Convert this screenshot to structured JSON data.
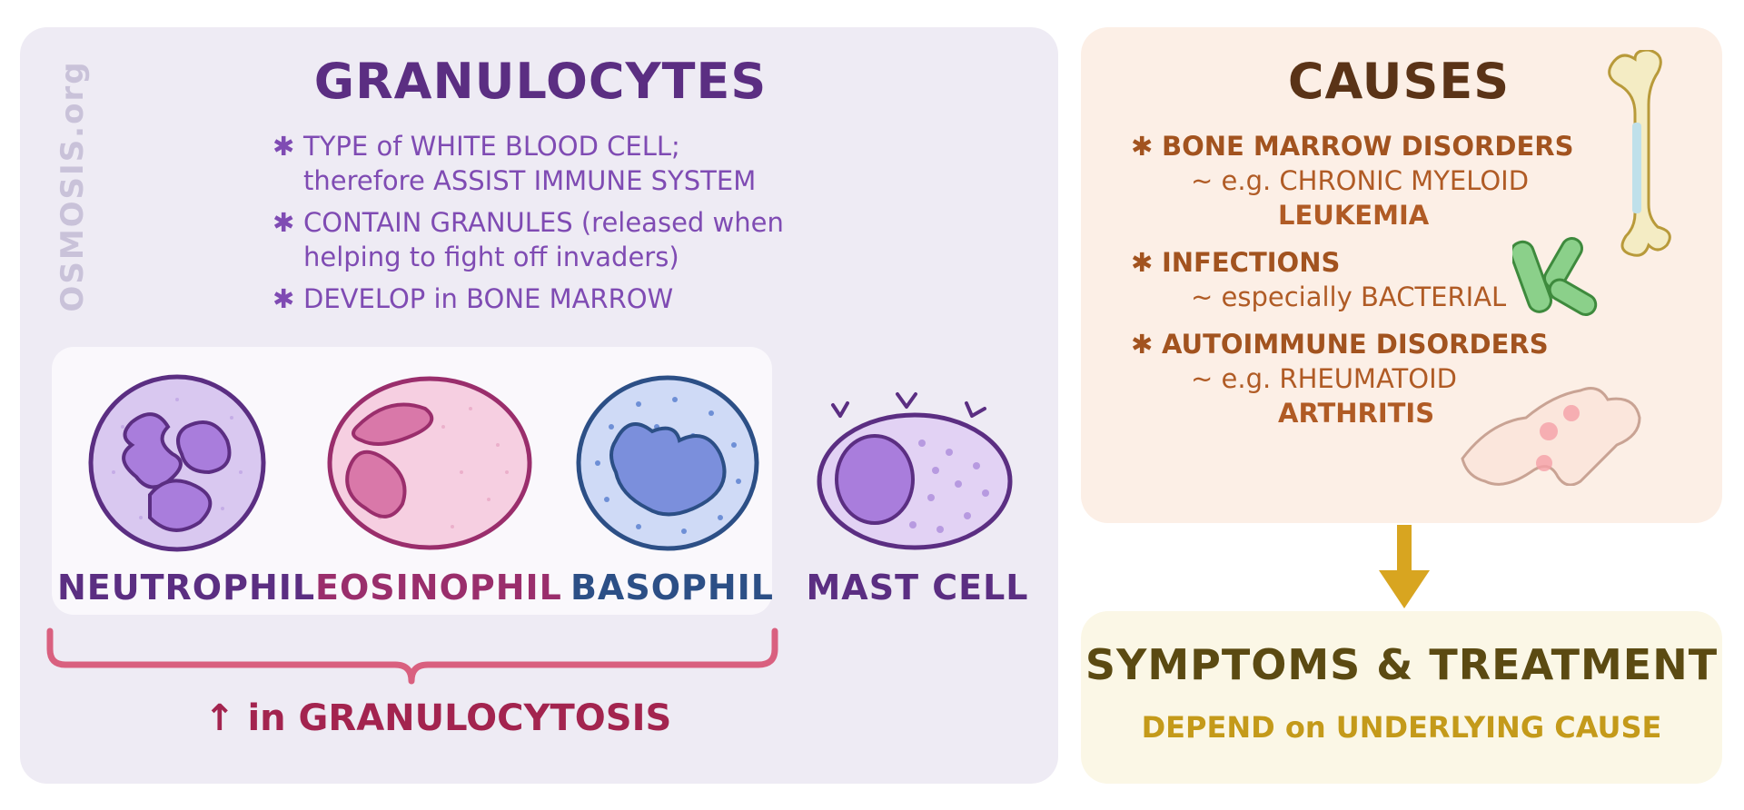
{
  "watermark": "OSMOSIS.org",
  "granulocytes": {
    "title": "GRANULOCYTES",
    "bullets": [
      {
        "lines": [
          "TYPE of WHITE BLOOD CELL;",
          "therefore ASSIST IMMUNE SYSTEM"
        ]
      },
      {
        "lines": [
          "CONTAIN GRANULES (released when",
          "helping to fight off invaders)"
        ]
      },
      {
        "lines": [
          "DEVELOP in BONE MARROW"
        ]
      }
    ]
  },
  "cells": {
    "neutrophil": "NEUTROPHIL",
    "eosinophil": "EOSINOPHIL",
    "basophil": "BASOPHIL",
    "mast_cell": "MAST CELL"
  },
  "granulocytosis_label": "↑ in GRANULOCYTOSIS",
  "causes": {
    "title": "CAUSES",
    "items": [
      {
        "main": "BONE MARROW DISORDERS",
        "sub": [
          "~ e.g. CHRONIC MYELOID",
          "LEUKEMIA"
        ]
      },
      {
        "main": "INFECTIONS",
        "sub": [
          "~ especially BACTERIAL"
        ]
      },
      {
        "main": "AUTOIMMUNE DISORDERS",
        "sub": [
          "~ e.g. RHEUMATOID",
          "ARTHRITIS"
        ]
      }
    ]
  },
  "symptoms": {
    "title": "SYMPTOMS & TREATMENT",
    "subtitle": "DEPEND on UNDERLYING CAUSE"
  },
  "bullet_glyph": "✱",
  "colors": {
    "granulocytes_title": "#5b2e82",
    "causes_title": "#5a3317",
    "symptoms_title": "#5b4a12",
    "arrow": "#d8a520",
    "bracket": "#d9607f"
  }
}
